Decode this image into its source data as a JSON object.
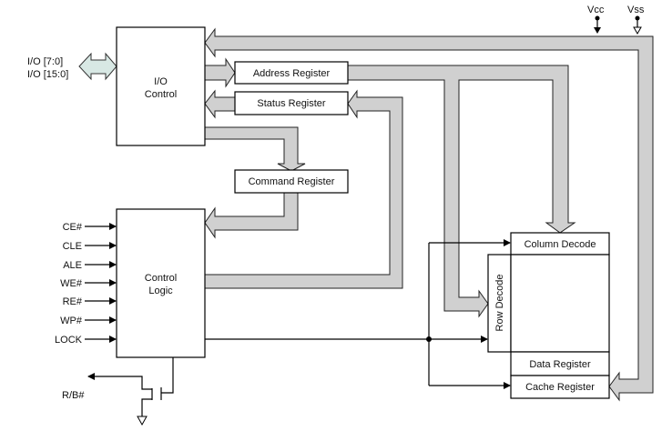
{
  "title": "NAND Flash Functional Block Diagram",
  "power": {
    "vcc": "Vcc",
    "vss": "Vss"
  },
  "io_labels": [
    "I/O [7:0]",
    "I/O [15:0]"
  ],
  "blocks": {
    "io_control": [
      "I/O",
      "Control"
    ],
    "address_register": "Address Register",
    "status_register": "Status Register",
    "command_register": "Command Register",
    "control_logic": [
      "Control",
      "Logic"
    ],
    "column_decode": "Column Decode",
    "row_decode": "Row Decode",
    "data_register": "Data Register",
    "cache_register": "Cache Register"
  },
  "control_inputs": [
    "CE#",
    "CLE",
    "ALE",
    "WE#",
    "RE#",
    "WP#",
    "LOCK"
  ],
  "ready_busy": "R/B#",
  "colors": {
    "bus": "#d0d0d0",
    "io_arrow": "#d8e8e4"
  }
}
